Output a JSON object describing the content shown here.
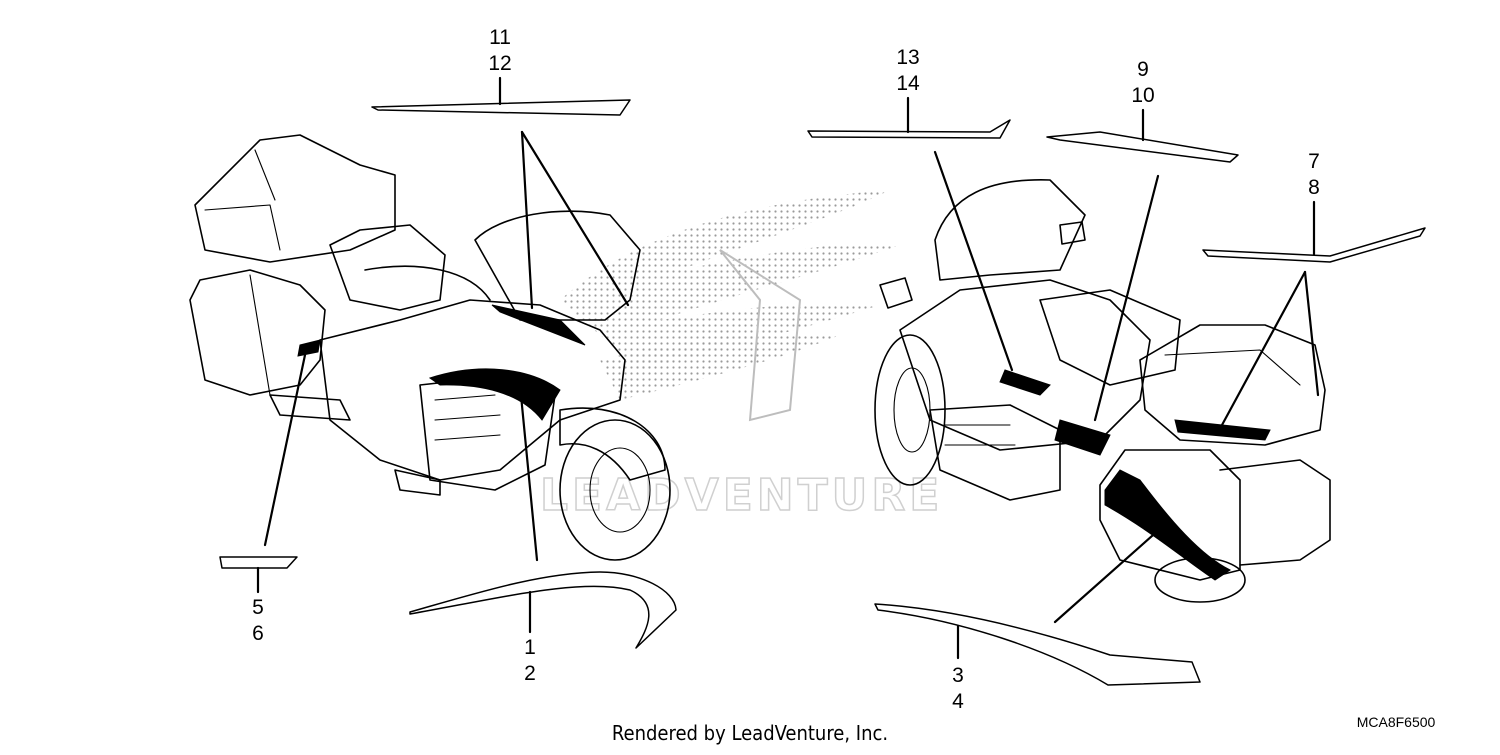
{
  "diagram": {
    "callouts": [
      {
        "id": "c-11-12",
        "lines": [
          "11",
          "12"
        ]
      },
      {
        "id": "c-13-14",
        "lines": [
          "13",
          "14"
        ]
      },
      {
        "id": "c-9-10",
        "lines": [
          "9",
          "10"
        ]
      },
      {
        "id": "c-7-8",
        "lines": [
          "7",
          "8"
        ]
      },
      {
        "id": "c-5-6",
        "lines": [
          "5",
          "6"
        ]
      },
      {
        "id": "c-1-2",
        "lines": [
          "1",
          "2"
        ]
      },
      {
        "id": "c-3-4",
        "lines": [
          "3",
          "4"
        ]
      }
    ],
    "watermark": "LEADVENTURE",
    "footer_text": "Rendered by LeadVenture, Inc.",
    "diagram_code": "MCA8F6500"
  }
}
